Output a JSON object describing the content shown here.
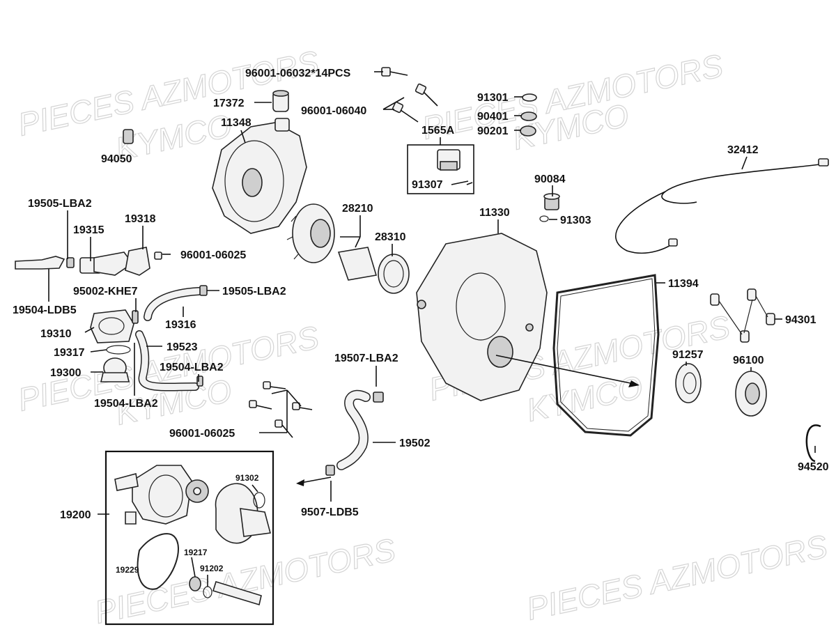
{
  "watermarks": [
    "PIECES AZMOTORS",
    "KYMCO"
  ],
  "labels": {
    "l_96001_06032": "96001-06032*14PCS",
    "l_17372": "17372",
    "l_96001_06040": "96001-06040",
    "l_91301": "91301",
    "l_90401": "90401",
    "l_90201": "90201",
    "l_11348": "11348",
    "l_1565A": "1565A",
    "l_94050": "94050",
    "l_32412": "32412",
    "l_91307": "91307",
    "l_90084": "90084",
    "l_19505_top": "19505-LBA2",
    "l_28210": "28210",
    "l_11330": "11330",
    "l_91303": "91303",
    "l_19315": "19315",
    "l_19318": "19318",
    "l_28310": "28310",
    "l_96001_06025_a": "96001-06025",
    "l_19504_LDB5": "19504-LDB5",
    "l_95002": "95002-KHE7",
    "l_19505_mid": "19505-LBA2",
    "l_11394": "11394",
    "l_94301": "94301",
    "l_19316": "19316",
    "l_19310": "19310",
    "l_19523": "19523",
    "l_19317": "19317",
    "l_19507": "19507-LBA2",
    "l_91257": "91257",
    "l_96100": "96100",
    "l_19504_LBA2_a": "19504-LBA2",
    "l_19300": "19300",
    "l_19504_LBA2_b": "19504-LBA2",
    "l_96001_06025_b": "96001-06025",
    "l_19502": "19502",
    "l_94520": "94520",
    "l_91302": "91302",
    "l_19200": "19200",
    "l_9507": "9507-LDB5",
    "l_19217": "19217",
    "l_91202": "91202",
    "l_19229": "19229"
  }
}
